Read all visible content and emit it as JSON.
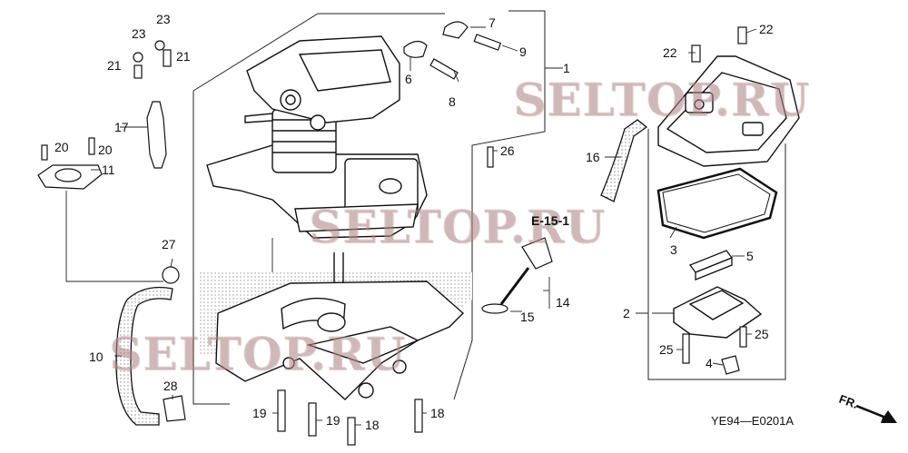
{
  "callouts": [
    "1",
    "2",
    "3",
    "4",
    "5",
    "6",
    "7",
    "8",
    "9",
    "10",
    "11",
    "14",
    "15",
    "16",
    "17",
    "18",
    "19",
    "20",
    "21",
    "22",
    "23",
    "25",
    "26",
    "27",
    "28"
  ],
  "reference_label": "E-15-1",
  "diagram_code": "YE94—E0201A",
  "direction_label": "FR.",
  "watermark": "SELTOP.RU",
  "labels": {
    "l1": "1",
    "l2": "2",
    "l3": "3",
    "l4": "4",
    "l5": "5",
    "l6": "6",
    "l7": "7",
    "l8": "8",
    "l9": "9",
    "l10": "10",
    "l11": "11",
    "l14": "14",
    "l15": "15",
    "l16": "16",
    "l17": "17",
    "l18a": "18",
    "l18b": "18",
    "l19a": "19",
    "l19b": "19",
    "l20a": "20",
    "l20b": "20",
    "l21a": "21",
    "l21b": "21",
    "l22a": "22",
    "l22b": "22",
    "l23": "23",
    "l23b": "23",
    "l25a": "25",
    "l25b": "25",
    "l26": "26",
    "l27": "27",
    "l28": "28"
  }
}
